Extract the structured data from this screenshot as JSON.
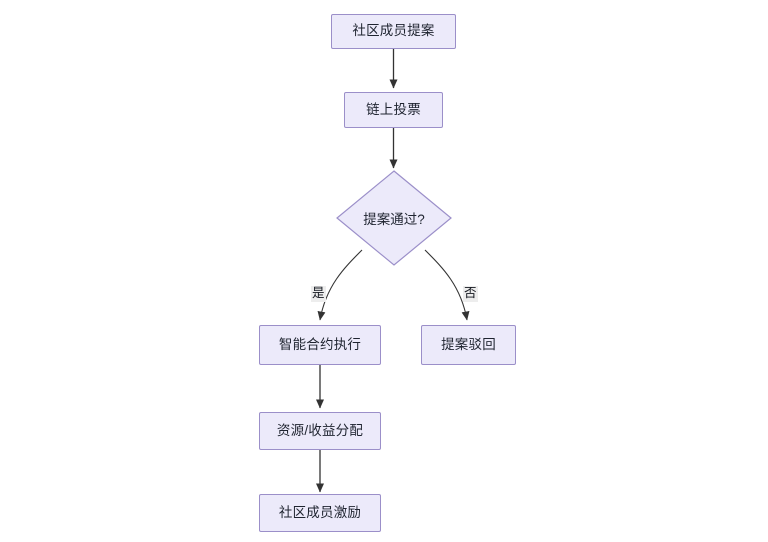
{
  "diagram": {
    "type": "flowchart",
    "direction": "top-down",
    "background_color": "#FFFFFF",
    "node_fill_color": "#ECEAFA",
    "node_border_color": "#9B8FC9",
    "edge_color": "#333333",
    "text_color": "#1F2430",
    "edge_label_background": "#EDEDED",
    "nodes": [
      {
        "id": "proposal",
        "label": "社区成员提案",
        "shape": "rect"
      },
      {
        "id": "voting",
        "label": "链上投票",
        "shape": "rect"
      },
      {
        "id": "decision",
        "label": "提案通过?",
        "shape": "diamond"
      },
      {
        "id": "contract",
        "label": "智能合约执行",
        "shape": "rect"
      },
      {
        "id": "rejected",
        "label": "提案驳回",
        "shape": "rect"
      },
      {
        "id": "allocation",
        "label": "资源/收益分配",
        "shape": "rect"
      },
      {
        "id": "incentive",
        "label": "社区成员激励",
        "shape": "rect"
      }
    ],
    "edges": [
      {
        "from": "proposal",
        "to": "voting",
        "label": ""
      },
      {
        "from": "voting",
        "to": "decision",
        "label": ""
      },
      {
        "from": "decision",
        "to": "contract",
        "label": "是"
      },
      {
        "from": "decision",
        "to": "rejected",
        "label": "否"
      },
      {
        "from": "contract",
        "to": "allocation",
        "label": ""
      },
      {
        "from": "allocation",
        "to": "incentive",
        "label": ""
      }
    ],
    "edge_labels": {
      "yes": "是",
      "no": "否"
    }
  }
}
